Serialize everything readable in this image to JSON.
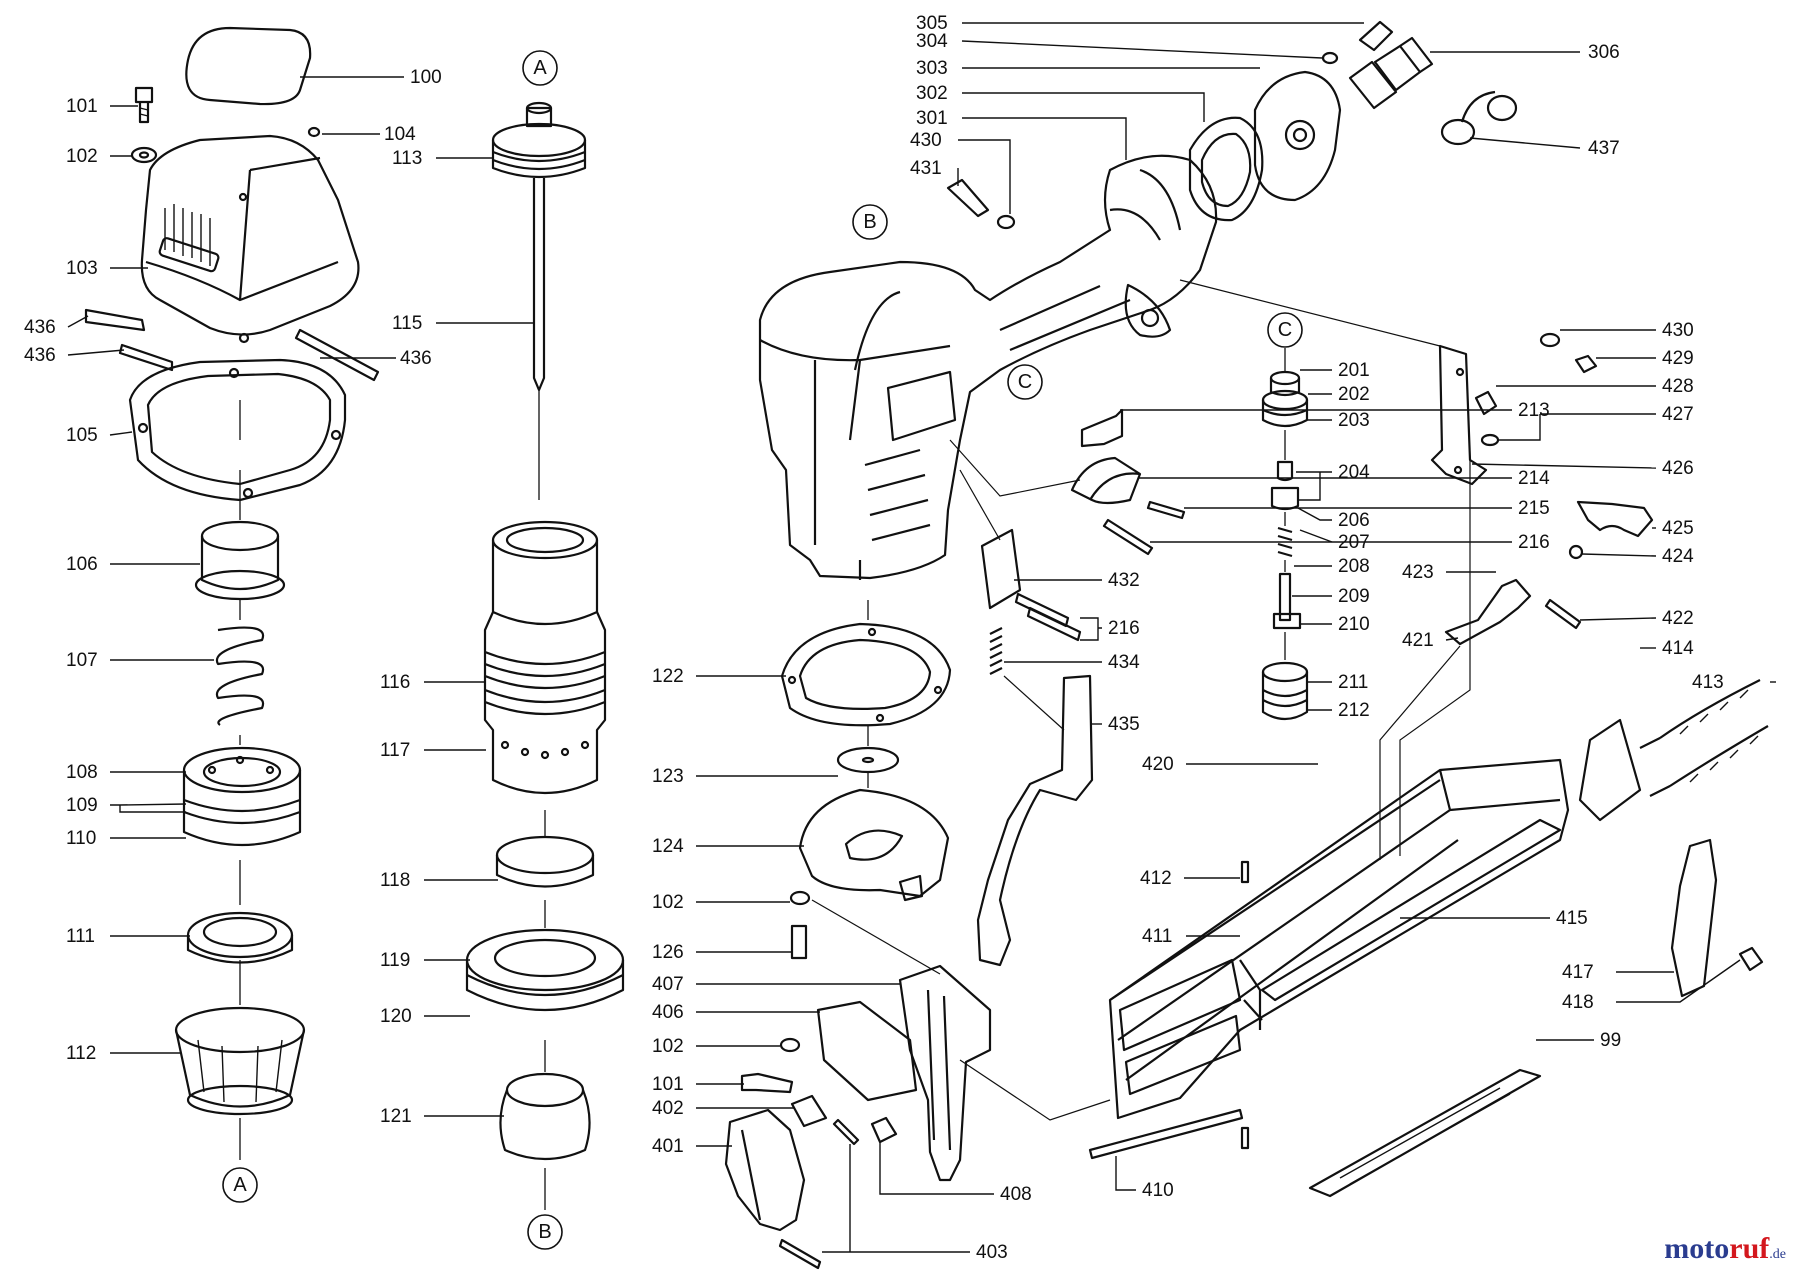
{
  "watermark": {
    "part_a": "moto",
    "part_b": "ruf",
    "part_c": ".de",
    "color_a": "#2a3c8f",
    "color_b": "#d3171d"
  },
  "section_markers": [
    {
      "id": "marker-a-top",
      "letter": "A"
    },
    {
      "id": "marker-a-bottom",
      "letter": "A"
    },
    {
      "id": "marker-b-top",
      "letter": "B"
    },
    {
      "id": "marker-b-bottom",
      "letter": "B"
    },
    {
      "id": "marker-c-body",
      "letter": "C"
    },
    {
      "id": "marker-c-valve",
      "letter": "C"
    }
  ],
  "callouts": [
    {
      "label": "100"
    },
    {
      "label": "101"
    },
    {
      "label": "102"
    },
    {
      "label": "104"
    },
    {
      "label": "103"
    },
    {
      "label": "436"
    },
    {
      "label": "436"
    },
    {
      "label": "436"
    },
    {
      "label": "105"
    },
    {
      "label": "106"
    },
    {
      "label": "107"
    },
    {
      "label": "108"
    },
    {
      "label": "109"
    },
    {
      "label": "110"
    },
    {
      "label": "111"
    },
    {
      "label": "112"
    },
    {
      "label": "113"
    },
    {
      "label": "115"
    },
    {
      "label": "116"
    },
    {
      "label": "117"
    },
    {
      "label": "118"
    },
    {
      "label": "119"
    },
    {
      "label": "120"
    },
    {
      "label": "121"
    },
    {
      "label": "305"
    },
    {
      "label": "304"
    },
    {
      "label": "303"
    },
    {
      "label": "302"
    },
    {
      "label": "301"
    },
    {
      "label": "430"
    },
    {
      "label": "431"
    },
    {
      "label": "306"
    },
    {
      "label": "437"
    },
    {
      "label": "213"
    },
    {
      "label": "214"
    },
    {
      "label": "215"
    },
    {
      "label": "216"
    },
    {
      "label": "432"
    },
    {
      "label": "216"
    },
    {
      "label": "434"
    },
    {
      "label": "435"
    },
    {
      "label": "201"
    },
    {
      "label": "202"
    },
    {
      "label": "203"
    },
    {
      "label": "204"
    },
    {
      "label": "206"
    },
    {
      "label": "207"
    },
    {
      "label": "208"
    },
    {
      "label": "209"
    },
    {
      "label": "210"
    },
    {
      "label": "211"
    },
    {
      "label": "212"
    },
    {
      "label": "430"
    },
    {
      "label": "429"
    },
    {
      "label": "428"
    },
    {
      "label": "427"
    },
    {
      "label": "426"
    },
    {
      "label": "425"
    },
    {
      "label": "424"
    },
    {
      "label": "423"
    },
    {
      "label": "422"
    },
    {
      "label": "421"
    },
    {
      "label": "414"
    },
    {
      "label": "413"
    },
    {
      "label": "420"
    },
    {
      "label": "122"
    },
    {
      "label": "123"
    },
    {
      "label": "124"
    },
    {
      "label": "102"
    },
    {
      "label": "126"
    },
    {
      "label": "407"
    },
    {
      "label": "406"
    },
    {
      "label": "102"
    },
    {
      "label": "101"
    },
    {
      "label": "402"
    },
    {
      "label": "401"
    },
    {
      "label": "408"
    },
    {
      "label": "403"
    },
    {
      "label": "412"
    },
    {
      "label": "411"
    },
    {
      "label": "415"
    },
    {
      "label": "417"
    },
    {
      "label": "418"
    },
    {
      "label": "99"
    },
    {
      "label": "410"
    }
  ]
}
